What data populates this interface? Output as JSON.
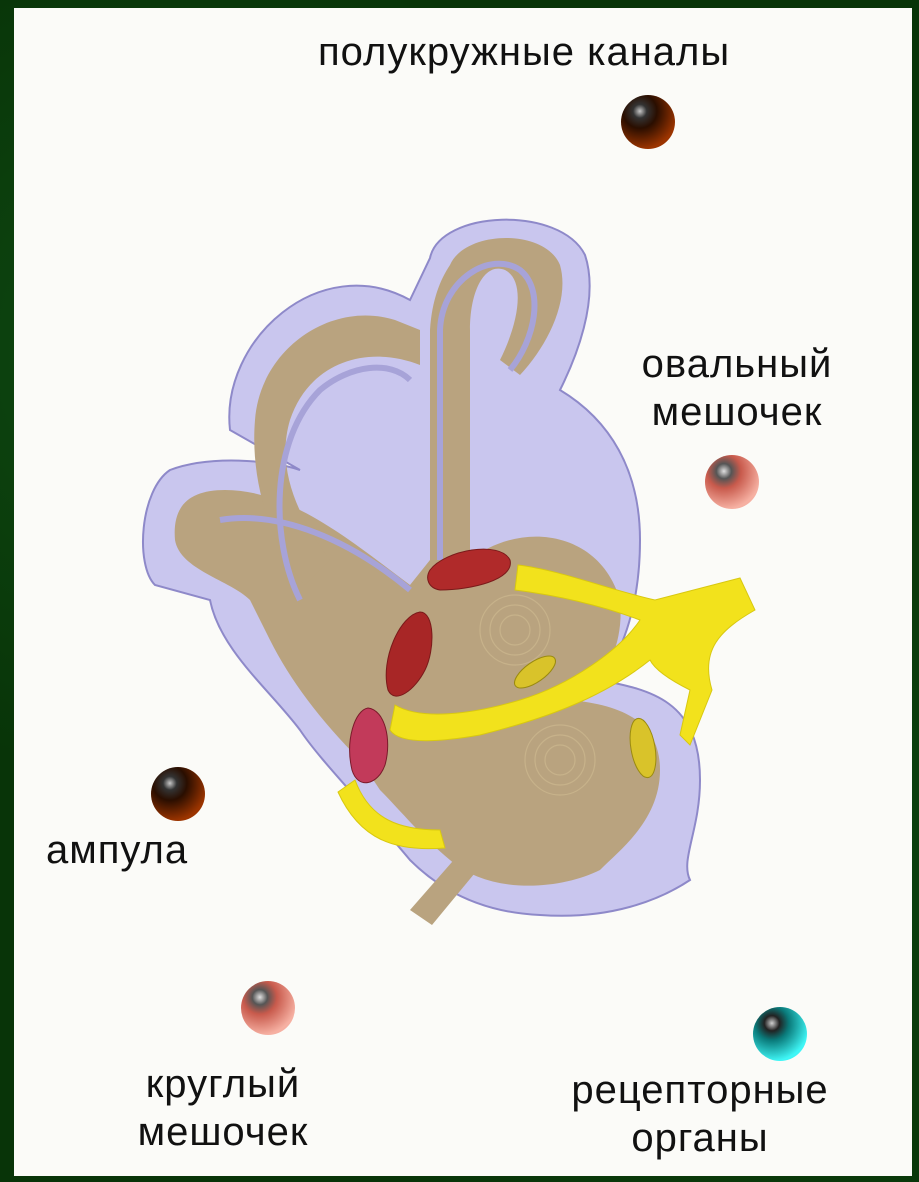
{
  "labels": {
    "semicircular_canals": "полукружные каналы",
    "utricle_line1": "овальный",
    "utricle_line2": "мешочек",
    "ampulla": "ампула",
    "saccule_line1": "круглый",
    "saccule_line2": "мешочек",
    "receptor_line1": "рецепторные",
    "receptor_line2": "органы"
  },
  "colors": {
    "background": "#083408",
    "panel": "#fbfbf8",
    "membrane": "#c9c6ee",
    "membrane_stroke": "#8e89c9",
    "endolymph": "#b9a37f",
    "nerve": "#f2e21c",
    "ampulla_marker": "#8a2a00",
    "saccule_marker": "#e8867a",
    "receptor_marker": "#22e5e5",
    "ampulla_organ": "#b02a2a",
    "macula": "#d9c32a"
  },
  "markers": [
    {
      "name": "semicircular-canals-marker",
      "icon": "dark-brown-ball-icon"
    },
    {
      "name": "utricle-marker",
      "icon": "pink-ball-icon"
    },
    {
      "name": "ampulla-marker",
      "icon": "dark-brown-ball-icon"
    },
    {
      "name": "saccule-marker",
      "icon": "pink-ball-icon"
    },
    {
      "name": "receptor-organs-marker",
      "icon": "cyan-ball-icon"
    }
  ]
}
